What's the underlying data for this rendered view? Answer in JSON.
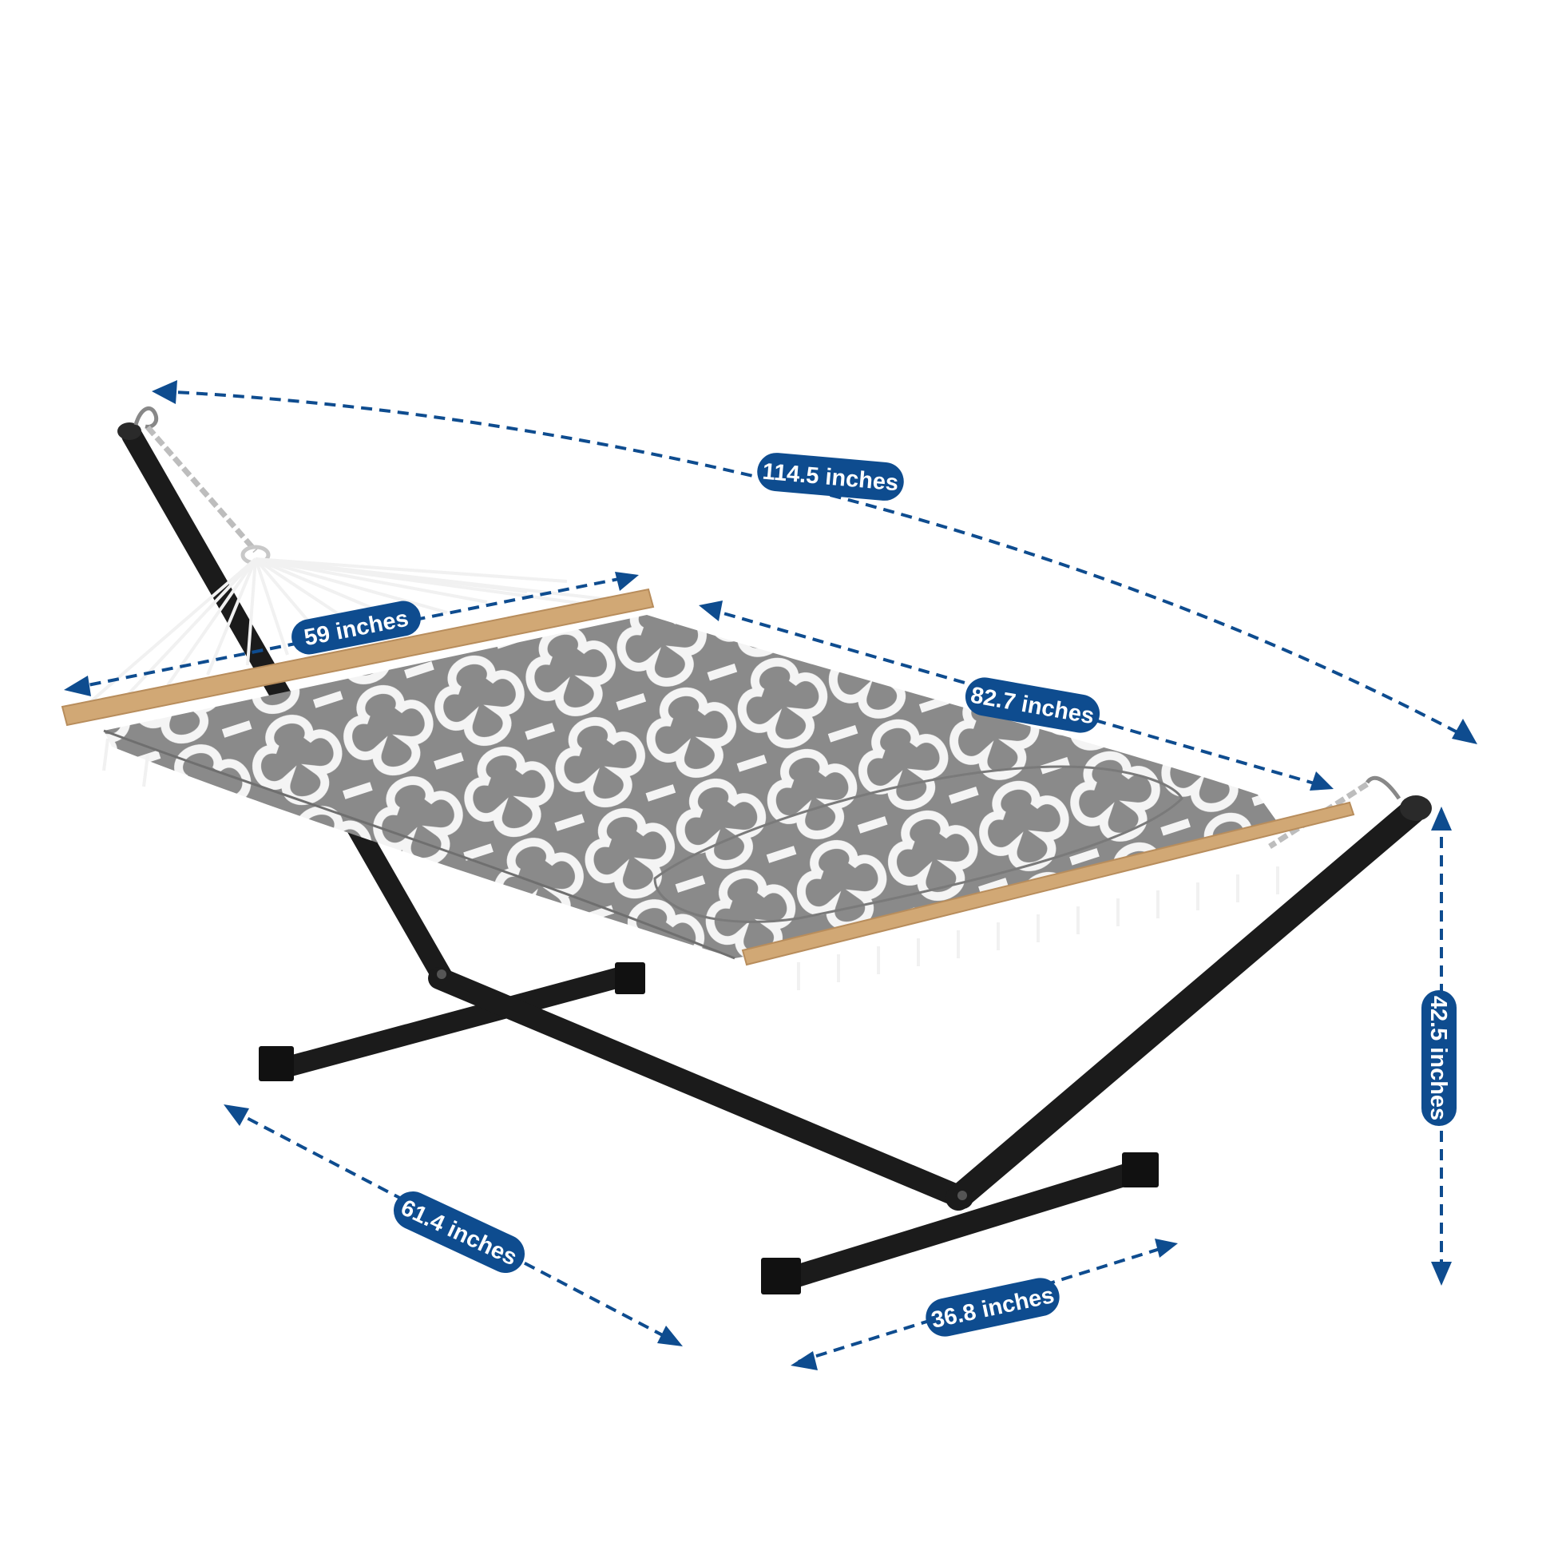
{
  "colors": {
    "dimension_blue": "#0e4c8f",
    "frame_black": "#1b1b1b",
    "fabric_gray": "#8a8a8a",
    "pattern_white": "#f4f4f4",
    "spreader_wood": "#d1a875",
    "rope_white": "#f1f1f1"
  },
  "dimensions": {
    "overall_length": "114.5 inches",
    "spreader_width": "59 inches",
    "bed_length": "82.7 inches",
    "height": "42.5 inches",
    "base_depth": "61.4 inches",
    "base_width": "36.8 inches"
  },
  "icons": [
    "arrow-head-icon",
    "hook-icon",
    "chain-icon"
  ]
}
